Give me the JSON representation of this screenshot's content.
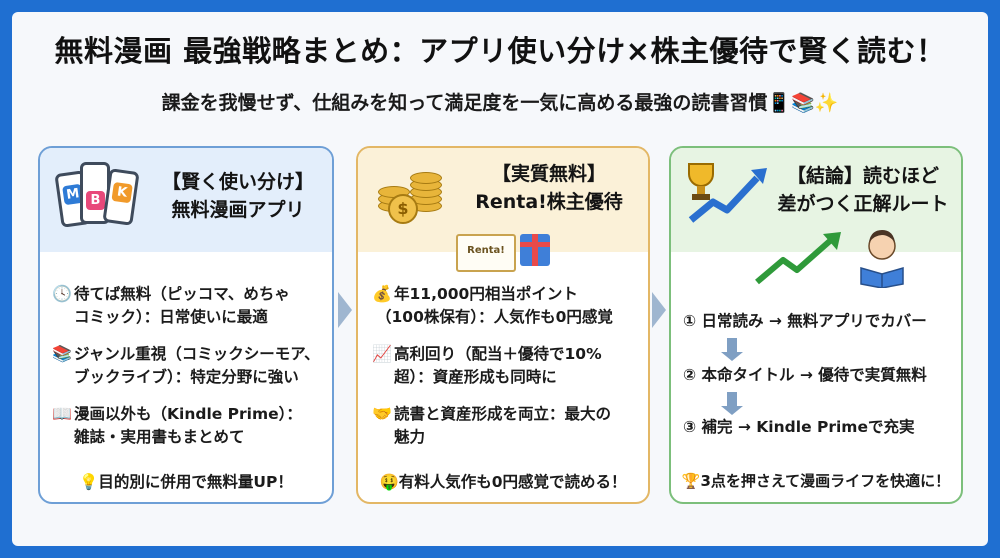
{
  "title": "無料漫画 最強戦略まとめ：アプリ使い分け×株主優待で賢く読む！",
  "subtitle": "課金を我慢せず、仕組みを知って満足度を一気に高める最強の読書習慣📱📚✨",
  "cards": [
    {
      "head_line1": "【賢く使い分け】",
      "head_line2": "無料漫画アプリ",
      "phone_tiles": [
        "M",
        "B",
        "K"
      ],
      "items": [
        {
          "icon": "🕓",
          "line1": "待てば無料（ピッコマ、めちゃ",
          "line2": "コミック）：日常使いに最適"
        },
        {
          "icon": "📚",
          "line1": "ジャンル重視（コミックシーモア、",
          "line2": "ブックライブ）：特定分野に強い"
        },
        {
          "icon": "📖",
          "line1": "漫画以外も（Kindle Prime）：",
          "line2": "雑誌・実用書もまとめて"
        }
      ],
      "footer": "💡目的別に併用で無料量UP！"
    },
    {
      "head_line1": "【実質無料】",
      "head_line2": "Renta!株主優待",
      "certificate_label": "Renta!",
      "items": [
        {
          "icon": "💰",
          "line1": "年11,000円相当ポイント",
          "line2": "（100株保有）：人気作も0円感覚"
        },
        {
          "icon": "📈",
          "line1": "高利回り（配当＋優待で10%",
          "line2": "超）：資産形成も同時に"
        },
        {
          "icon": "🤝",
          "line1": "読書と資産形成を両立：最大の",
          "line2": "魅力"
        }
      ],
      "footer": "🤑有料人気作も0円感覚で読める！"
    },
    {
      "head_line1": "【結論】読むほど",
      "head_line2": "差がつく正解ルート",
      "steps": [
        "① 日常読み → 無料アプリでカバー",
        "② 本命タイトル → 優待で実質無料",
        "③ 補完 → Kindle Primeで充実"
      ],
      "footer": "🏆3点を押さえて漫画ライフを快適に！"
    }
  ],
  "colors": {
    "background": "#1f6fd1",
    "card1_border": "#6e9fd6",
    "card2_border": "#e3b765",
    "card3_border": "#7cbf7b"
  }
}
